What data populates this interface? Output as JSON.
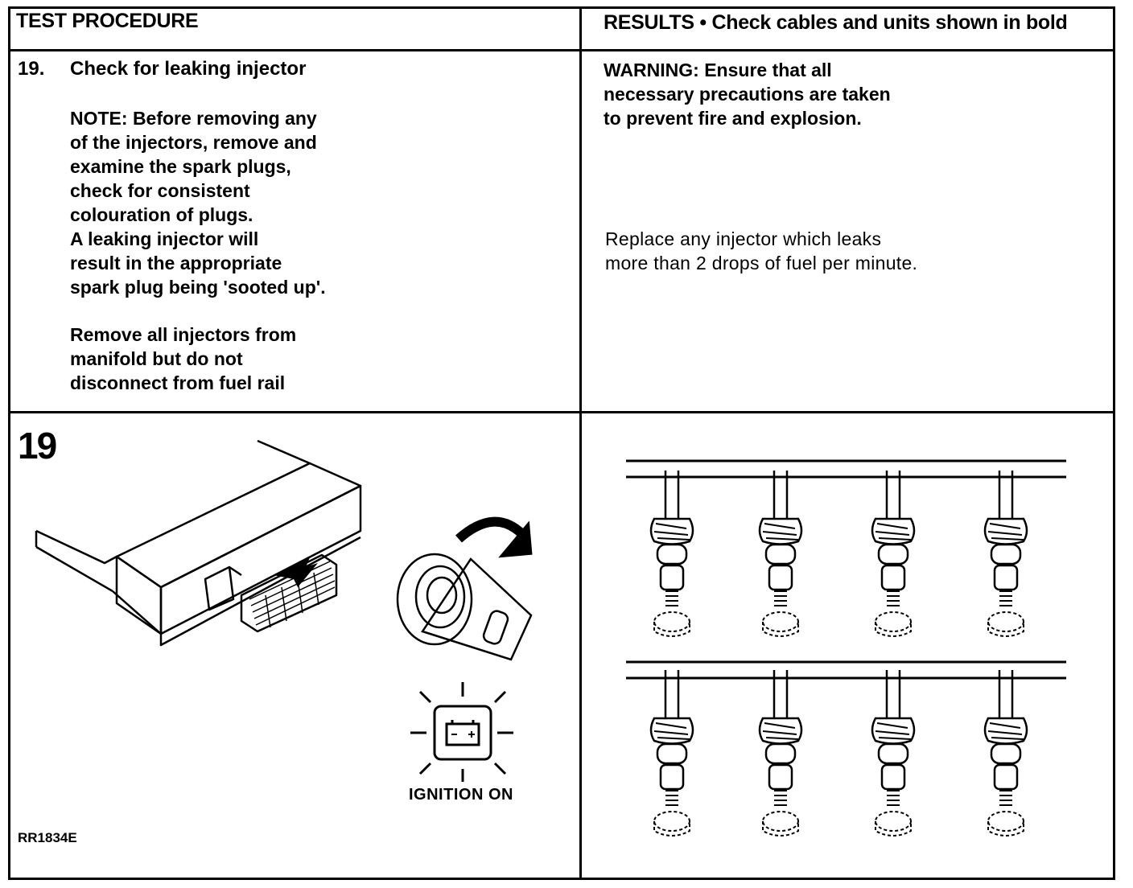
{
  "header": {
    "left": "TEST PROCEDURE",
    "right": "RESULTS • Check cables and units shown in bold"
  },
  "step": {
    "number": "19.",
    "title": "Check for leaking injector",
    "note": "NOTE: Before removing any\nof the injectors, remove and\nexamine the spark plugs,\ncheck for consistent\ncolouration of plugs.\nA leaking injector will\nresult in the appropriate\nspark plug being 'sooted up'.",
    "instruction": "Remove all injectors from\nmanifold but do not\ndisconnect from fuel rail"
  },
  "results": {
    "warning": "WARNING: Ensure that all\nnecessary precautions are taken\nto prevent fire and explosion.",
    "action": "Replace any injector which leaks\nmore than 2 drops of fuel per minute."
  },
  "figure": {
    "number": "19",
    "ignition_label": "IGNITION ON",
    "reference": "RR1834E"
  },
  "icons": [
    "ecu-connector-illustration",
    "ignition-key-icon",
    "battery-warning-lamp-icon",
    "fuel-injector-rail-illustration"
  ]
}
